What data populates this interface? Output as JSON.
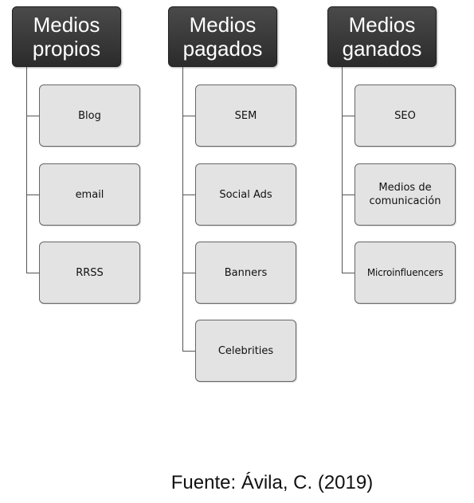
{
  "columns": [
    {
      "title": "Medios\npropios",
      "items": [
        "Blog",
        "email",
        "RRSS"
      ]
    },
    {
      "title": "Medios\npagados",
      "items": [
        "SEM",
        "Social Ads",
        "Banners",
        "Celebrities"
      ]
    },
    {
      "title": "Medios\nganados",
      "items": [
        "SEO",
        "Medios de\ncomunicación",
        "Microinfluencers"
      ]
    }
  ],
  "caption": "Fuente: Ávila, C. (2019)"
}
